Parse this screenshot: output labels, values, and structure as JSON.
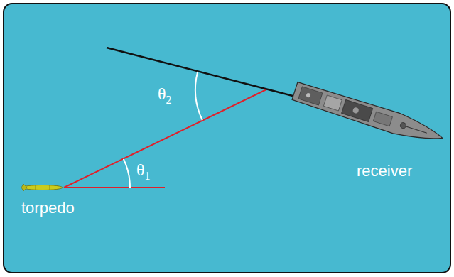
{
  "diagram": {
    "labels": [
      "θ2",
      "θ1",
      "torpedo",
      "receiver"
    ]
  }
}
